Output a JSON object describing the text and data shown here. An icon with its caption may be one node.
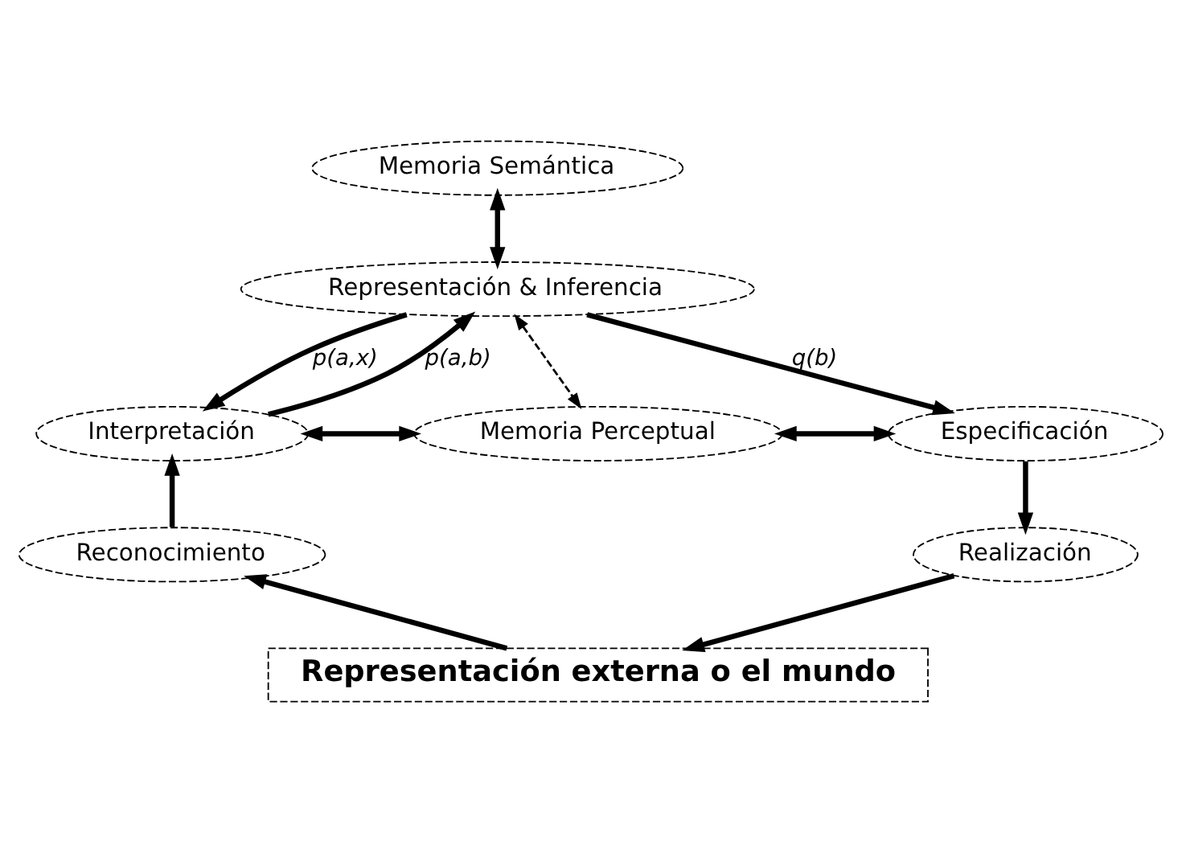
{
  "diagram": {
    "nodes": [
      {
        "text": [
          "Memoria Semántica"
        ]
      },
      {
        "text": [
          "Representación & Inferencia"
        ]
      },
      {
        "text": [
          "Interpretación"
        ]
      },
      {
        "text": [
          "Memoria Perceptual"
        ]
      },
      {
        "text": [
          "Especificación"
        ]
      },
      {
        "text": [
          "Reconocimiento"
        ]
      },
      {
        "text": [
          "Realización"
        ]
      },
      {
        "text": [
          "Representación externa o el mundo"
        ]
      }
    ],
    "edges": [
      {
        "from": 0,
        "to": 1,
        "arrow": "both"
      },
      {
        "from": 1,
        "to": 2,
        "arrow": "to",
        "label": "p(a,x)"
      },
      {
        "from": 2,
        "to": 1,
        "arrow": "to",
        "label": "p(a,b)"
      },
      {
        "from": 1,
        "to": 4,
        "arrow": "to",
        "label": "q(b)"
      },
      {
        "from": 1,
        "to": 3,
        "arrow": "both",
        "style": "dashed"
      },
      {
        "from": 2,
        "to": 3,
        "arrow": "both"
      },
      {
        "from": 3,
        "to": 4,
        "arrow": "both"
      },
      {
        "from": 5,
        "to": 2,
        "arrow": "to"
      },
      {
        "from": 4,
        "to": 6,
        "arrow": "to"
      },
      {
        "from": 7,
        "to": 5,
        "arrow": "to"
      },
      {
        "from": 6,
        "to": 7,
        "arrow": "to"
      }
    ]
  }
}
